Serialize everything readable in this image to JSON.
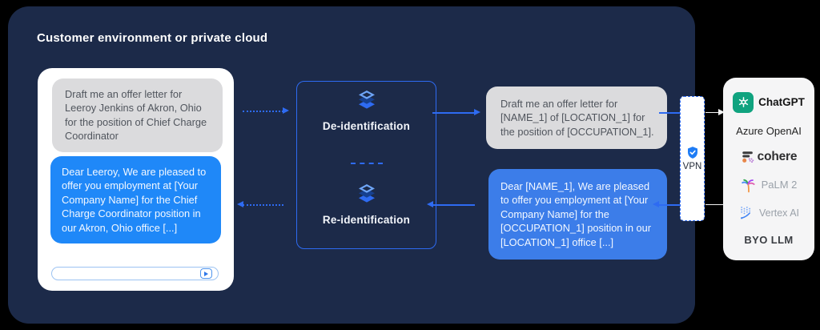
{
  "title": "Customer environment or private cloud",
  "chat_card": {
    "prompt": "Draft me an offer letter for Leeroy Jenkins of Akron, Ohio for the position of Chief Charge Coordinator",
    "response": "Dear Leeroy, We are pleased to offer you employment at [Your Company Name] for the Chief Charge Coordinator position in our Akron, Ohio office [...]",
    "input_value": "",
    "send_icon": "send-arrow-icon"
  },
  "pipeline": {
    "deidentification_label": "De-identification",
    "reidentification_label": "Re-identification",
    "icon": "stacked-layers-icon"
  },
  "redacted": {
    "prompt": "Draft me an offer letter for [NAME_1] of [LOCATION_1] for the position of [OCCUPATION_1].",
    "response": "Dear [NAME_1], We are pleased to offer you employment at [Your Company Name] for the [OCCUPATION_1] position in our [LOCATION_1] office [...]"
  },
  "vpn": {
    "label": "VPN",
    "icon": "shield-check-icon"
  },
  "llm_card": {
    "items": [
      {
        "label": "ChatGPT",
        "icon": "openai-logo-icon"
      },
      {
        "label": "Azure OpenAI"
      },
      {
        "label": "cohere",
        "icon": "cohere-logo-icon"
      },
      {
        "label": "PaLM 2",
        "icon": "palm-tree-icon"
      },
      {
        "label": "Vertex AI",
        "icon": "vertex-ai-icon"
      },
      {
        "label": "BYO LLM"
      }
    ]
  },
  "colors": {
    "environment_bg": "#1C2A49",
    "accent_blue": "#2E6BF2",
    "chat_blue_left": "#1F88F8",
    "chat_blue_right": "#3C7DE9",
    "bubble_gray": "#DBDBDD",
    "openai_green": "#10A37F"
  }
}
